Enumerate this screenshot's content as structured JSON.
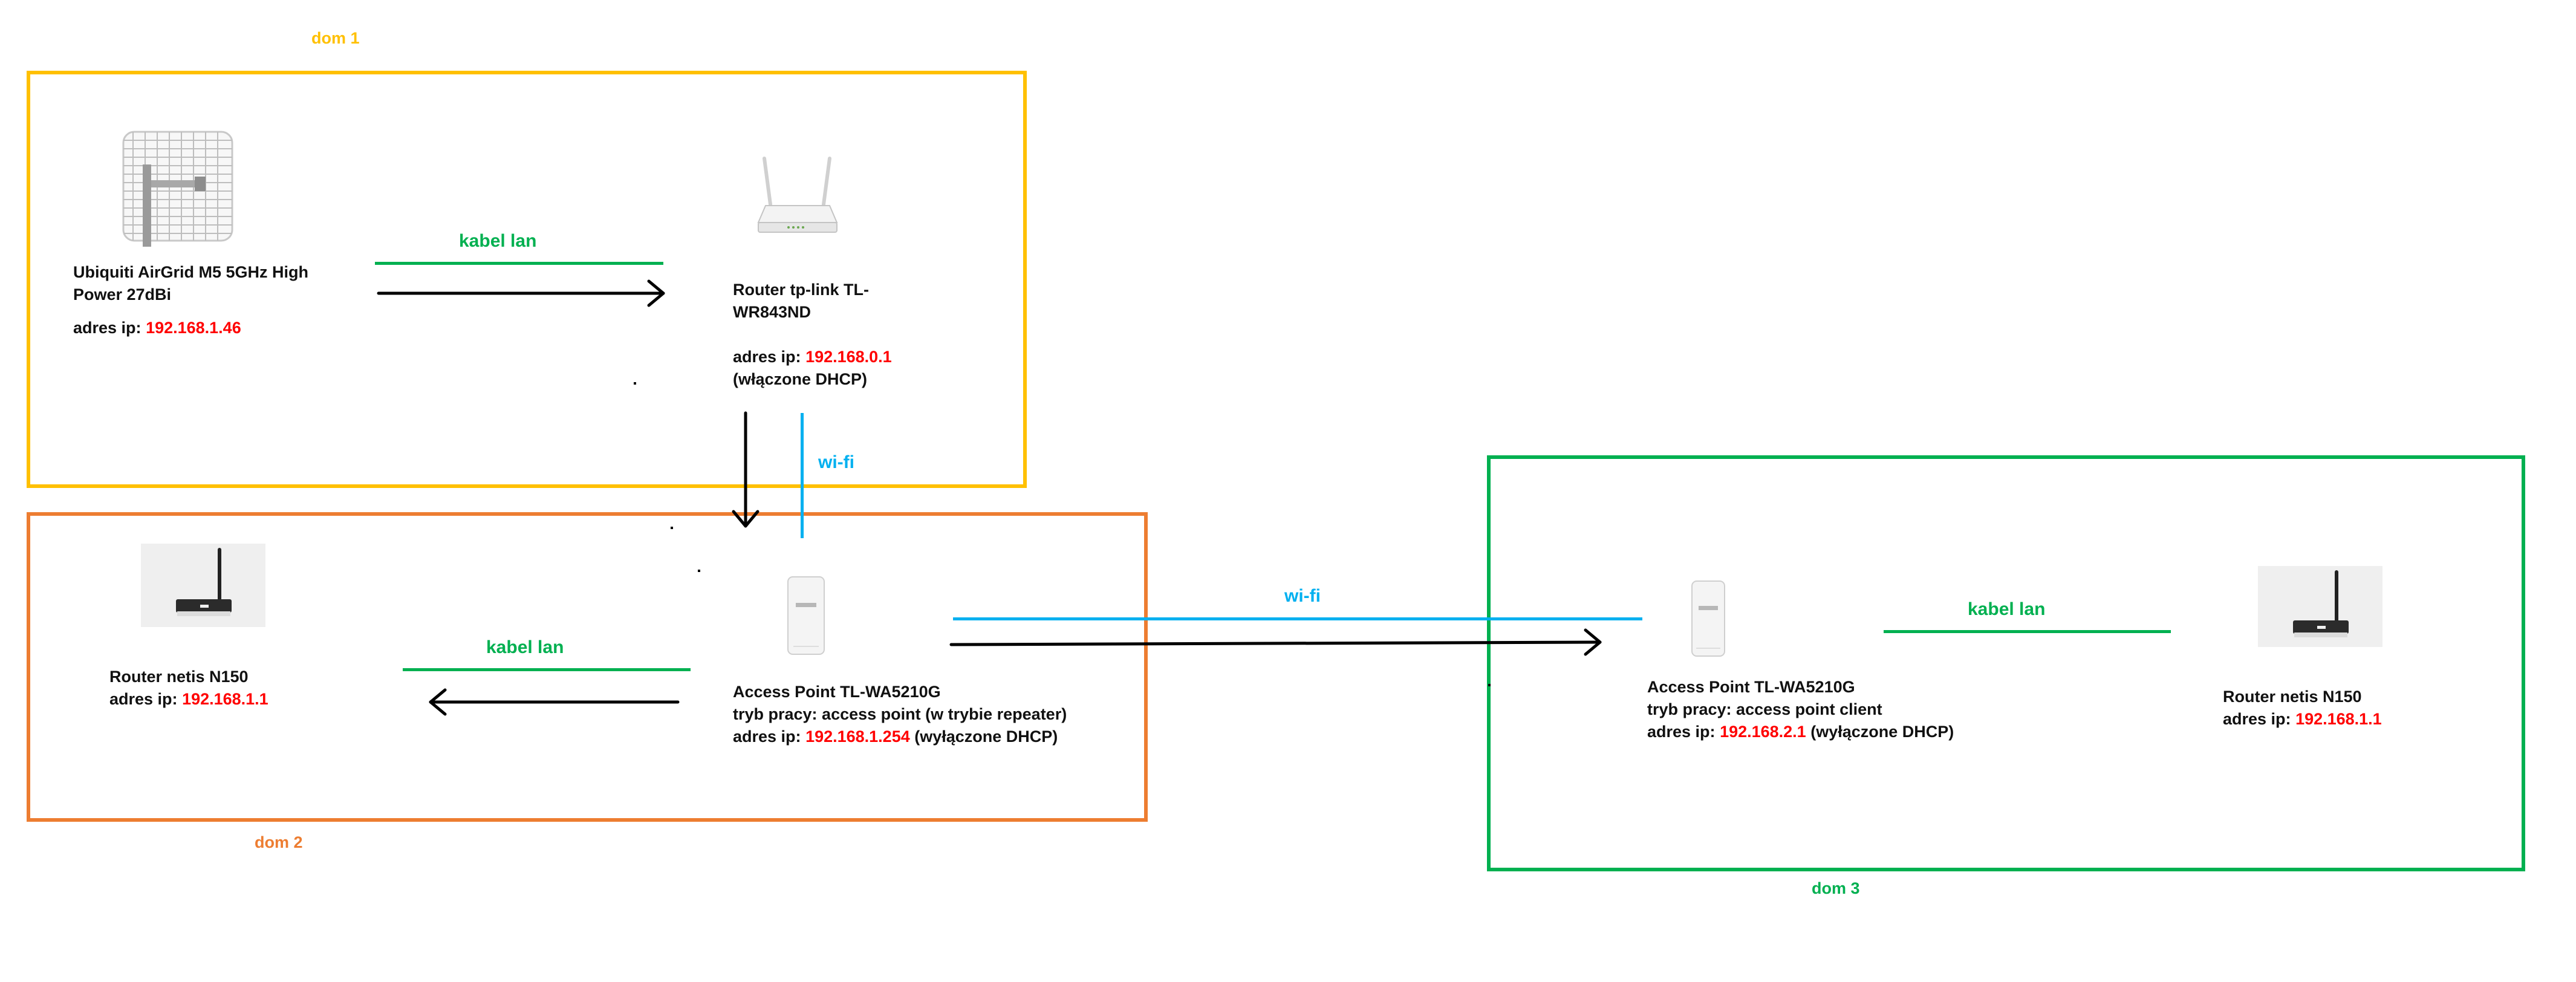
{
  "houses": {
    "h1": {
      "label": "dom 1",
      "color": "#ffc000"
    },
    "h2": {
      "label": "dom 2",
      "color": "#ed7d31"
    },
    "h3": {
      "label": "dom 3",
      "color": "#00b050"
    }
  },
  "links": {
    "lan1": "kabel lan",
    "wifi1": "wi-fi",
    "lan2": "kabel lan",
    "wifi2": "wi-fi",
    "lan3": "kabel lan"
  },
  "devices": {
    "airgrid": {
      "icon": "grid-antenna-icon",
      "name_line1": "Ubiquiti AirGrid M5 5GHz High",
      "name_line2": "Power 27dBi",
      "ip_label": "adres ip:",
      "ip": "192.168.1.46"
    },
    "router_tplink": {
      "icon": "router-icon",
      "name_line1": "Router tp-link TL-",
      "name_line2": "WR843ND",
      "ip_label": "adres ip:",
      "ip": "192.168.0.1",
      "dhcp": "(włączone DHCP)"
    },
    "netis2": {
      "icon": "router-icon",
      "name": "Router netis N150",
      "ip_label": "adres ip:",
      "ip": "192.168.1.1"
    },
    "ap2": {
      "icon": "access-point-icon",
      "name": "Access Point TL-WA5210G",
      "mode": "tryb pracy: access point (w trybie repeater)",
      "ip_label": "adres ip:",
      "ip": "192.168.1.254",
      "dhcp": "(wyłączone DHCP)"
    },
    "ap3": {
      "icon": "access-point-icon",
      "name": "Access Point TL-WA5210G",
      "mode": "tryb pracy: access point client",
      "ip_label": "adres ip:",
      "ip": "192.168.2.1",
      "dhcp": "(wyłączone DHCP)"
    },
    "netis3": {
      "icon": "router-icon",
      "name": "Router netis N150",
      "ip_label": "adres ip:",
      "ip": "192.168.1.1"
    }
  },
  "colors": {
    "cable": "#00b050",
    "wifi": "#00b0f0",
    "ip": "#ff0000",
    "arrow": "#000000"
  }
}
